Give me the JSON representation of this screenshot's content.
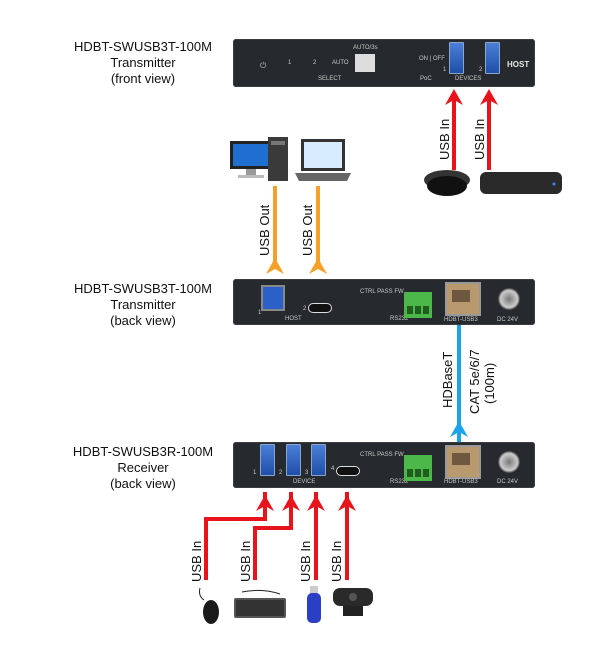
{
  "labels": {
    "front": {
      "model": "HDBT-SWUSB3T-100M",
      "role": "Transmitter",
      "view": "(front view)"
    },
    "tx_back": {
      "model": "HDBT-SWUSB3T-100M",
      "role": "Transmitter",
      "view": "(back view)"
    },
    "rx_back": {
      "model": "HDBT-SWUSB3R-100M",
      "role": "Receiver",
      "view": "(back view)"
    }
  },
  "front_panel": {
    "power_label": "⏻",
    "select_1": "1",
    "select_2": "2",
    "select_auto": "AUTO",
    "select_label": "SELECT",
    "button_label": "AUTO/3s",
    "poc_switch": "ON | OFF",
    "poc_label": "PoC",
    "device_1": "1",
    "device_2": "2",
    "devices_label": "DEVICES",
    "host_label": "HOST"
  },
  "tx_back_panel": {
    "host_1": "1",
    "host_2": "2",
    "host_label": "HOST",
    "dip_label": "CTRL PASS  FW",
    "rs232_label": "RS232",
    "hdbt_label": "HDBT-USB3",
    "dc_label": "DC 24V"
  },
  "rx_back_panel": {
    "port_1": "1",
    "port_2": "2",
    "port_3": "3",
    "port_4": "4",
    "device_label": "DEVICE",
    "dip_label": "CTRL PASS  FW",
    "rs232_label": "RS232",
    "hdbt_label": "HDBT-USB3",
    "dc_label": "DC 24V"
  },
  "connections": {
    "usb_in": "USB In",
    "usb_out": "USB Out",
    "hdbaset": "HDBaseT",
    "cable": "CAT 5e/6/7",
    "distance": "(100m)"
  },
  "colors": {
    "usb_in": "#e8141b",
    "usb_out": "#f5a02a",
    "hdbaset": "#1aa3e8",
    "panel": "#26292d"
  }
}
